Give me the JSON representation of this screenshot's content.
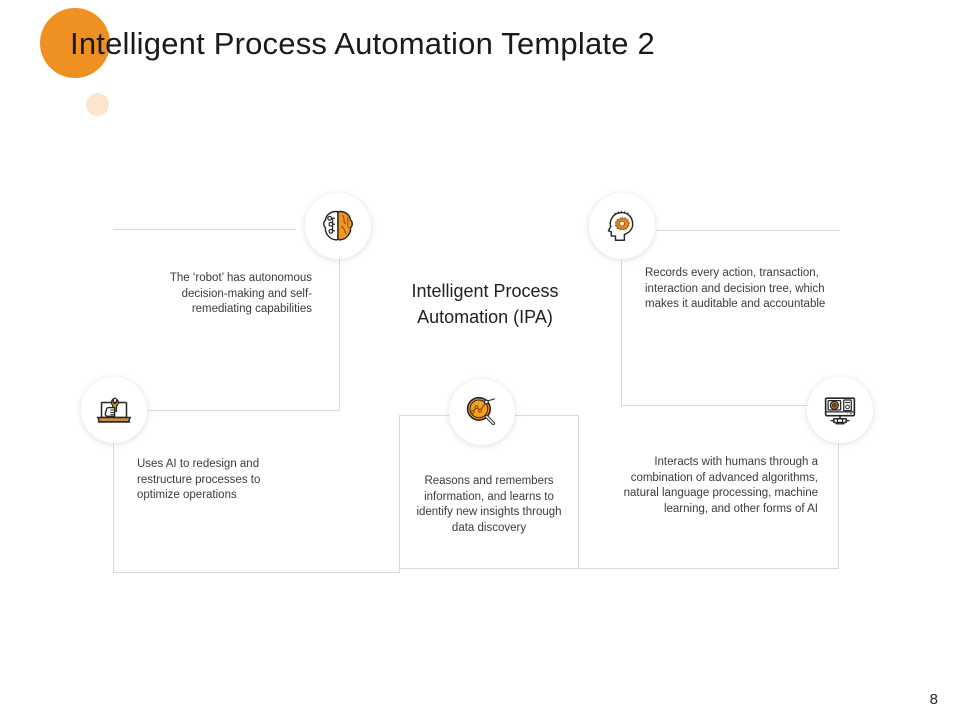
{
  "slide": {
    "title": "Intelligent Process Automation Template 2",
    "page_number": "8",
    "accent_color": "#ef9122",
    "accent_light_color": "#fbe6cd",
    "line_color": "#d9d9d9",
    "center_label_line1": "Intelligent Process",
    "center_label_line2": "Automation  (IPA)"
  },
  "nodes": [
    {
      "id": "autonomous-decision",
      "icon": "ai-brain-icon",
      "align": "right",
      "text": "The ‘robot’ has autonomous decision-making and self-remediating capabilities"
    },
    {
      "id": "records-audit",
      "icon": "head-gear-icon",
      "align": "left",
      "text": "Records every action, transaction, interaction and decision tree, which makes it auditable and accountable"
    },
    {
      "id": "redesign-processes",
      "icon": "laptop-wrench-icon",
      "align": "left",
      "text": "Uses AI to redesign and restructure processes to optimize operations"
    },
    {
      "id": "data-discovery",
      "icon": "magnifier-chart-icon",
      "align": "center",
      "text": "Reasons and remembers information, and learns to identify new insights through data discovery"
    },
    {
      "id": "human-interaction",
      "icon": "robot-machine-icon",
      "align": "right",
      "text": "Interacts with humans through a combination of advanced algorithms, natural language processing, machine learning, and other forms of AI"
    }
  ]
}
